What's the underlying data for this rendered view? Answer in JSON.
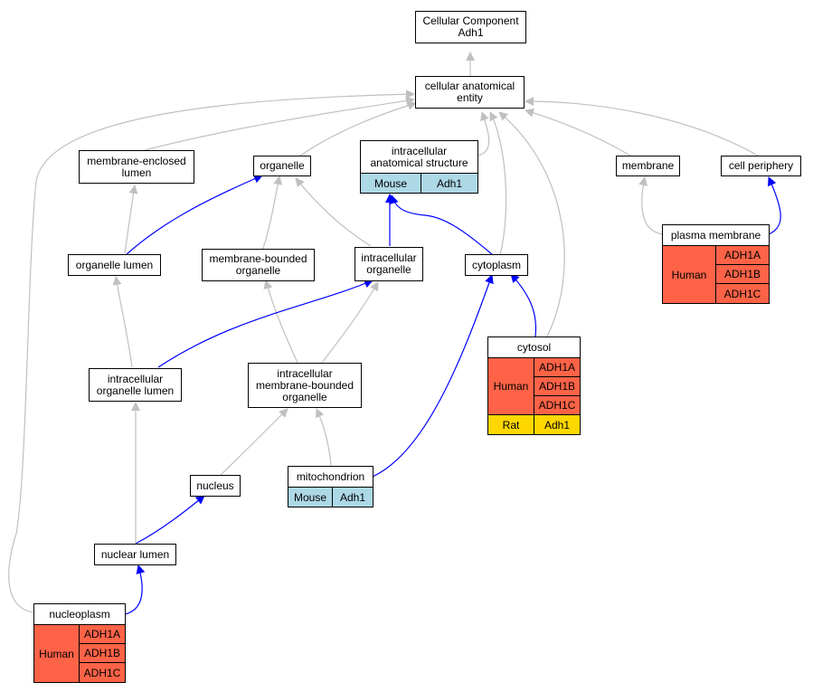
{
  "colors": {
    "isa_edge": "#c0c0c0",
    "partof_edge": "#0000ff",
    "human": "#ff6347",
    "mouse": "#add8e6",
    "rat": "#ffd700"
  },
  "nodes": {
    "root": {
      "line1": "Cellular Component",
      "line2": "Adh1"
    },
    "cae": {
      "line1": "cellular anatomical",
      "line2": "entity"
    },
    "mel": {
      "line1": "membrane-enclosed",
      "line2": "lumen"
    },
    "organelle": {
      "label": "organelle"
    },
    "ias": {
      "line1": "intracellular",
      "line2": "anatomical structure",
      "species": "Mouse",
      "gene": "Adh1"
    },
    "membrane": {
      "label": "membrane"
    },
    "cellperiphery": {
      "label": "cell periphery"
    },
    "pm": {
      "title": "plasma membrane",
      "species": "Human",
      "genes": [
        "ADH1A",
        "ADH1B",
        "ADH1C"
      ]
    },
    "orglumen": {
      "label": "organelle lumen"
    },
    "mbo": {
      "line1": "membrane-bounded",
      "line2": "organelle"
    },
    "io": {
      "line1": "intracellular",
      "line2": "organelle"
    },
    "cytoplasm": {
      "label": "cytoplasm"
    },
    "cytosol": {
      "title": "cytosol",
      "species": "Human",
      "genes": [
        "ADH1A",
        "ADH1B",
        "ADH1C"
      ],
      "species2": "Rat",
      "gene2": "Adh1"
    },
    "iol": {
      "line1": "intracellular",
      "line2": "organelle lumen"
    },
    "imbo": {
      "line1": "intracellular",
      "line2": "membrane-bounded",
      "line3": "organelle"
    },
    "nucleus": {
      "label": "nucleus"
    },
    "mito": {
      "title": "mitochondrion",
      "species": "Mouse",
      "gene": "Adh1"
    },
    "nuclumen": {
      "label": "nuclear lumen"
    },
    "nucleoplasm": {
      "title": "nucleoplasm",
      "species": "Human",
      "genes": [
        "ADH1A",
        "ADH1B",
        "ADH1C"
      ]
    }
  }
}
